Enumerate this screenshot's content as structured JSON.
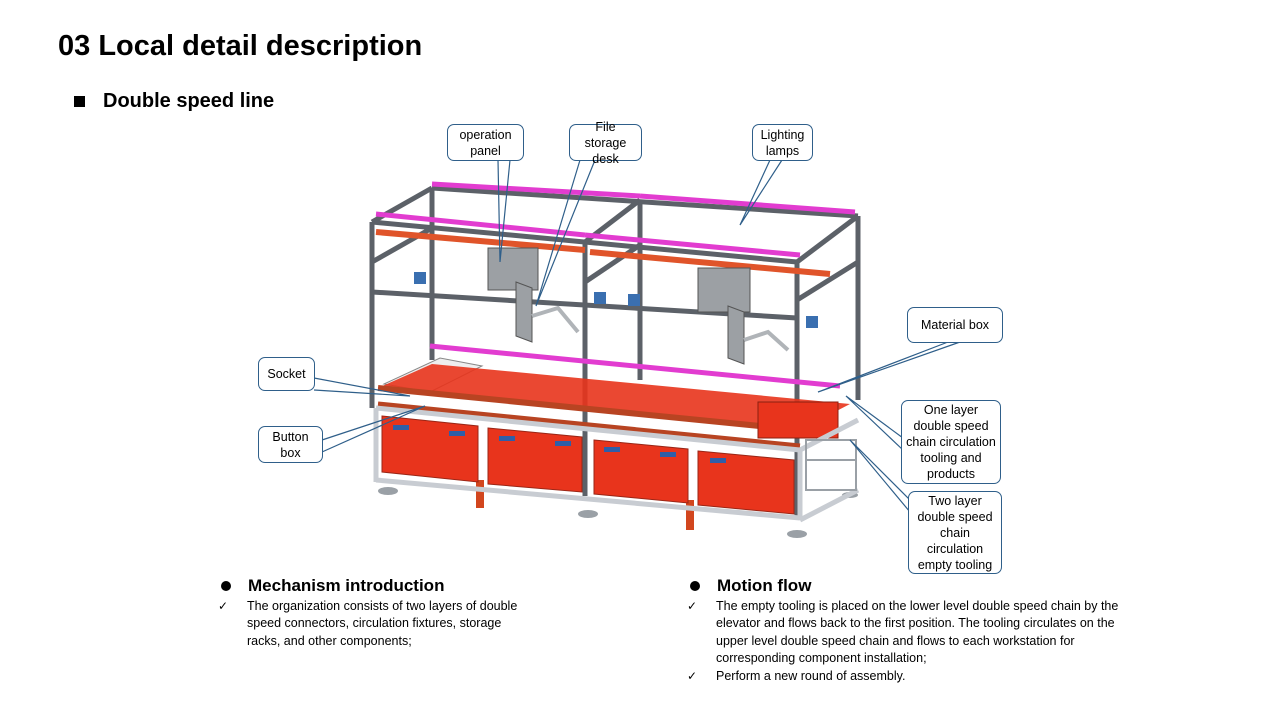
{
  "page": {
    "title": "03 Local detail description",
    "subtitle": "Double speed line"
  },
  "callouts": {
    "operation_panel": "operation panel",
    "file_storage_desk": "File storage desk",
    "lighting_lamps": "Lighting lamps",
    "material_box": "Material box",
    "socket": "Socket",
    "button_box": "Button box",
    "one_layer": "One layer double speed chain circulation tooling and products",
    "two_layer": "Two layer double speed chain circulation empty tooling"
  },
  "mechanism": {
    "heading": "Mechanism introduction",
    "items": [
      "The organization consists of two layers of double speed connectors, circulation fixtures, storage racks, and other components;"
    ]
  },
  "motion": {
    "heading": "Motion flow",
    "items": [
      "The empty tooling is placed on the lower level double speed chain by the elevator and flows back to the first position. The tooling circulates on the upper level double speed chain and flows to each workstation for corresponding component installation;",
      "Perform a new round of assembly."
    ]
  },
  "icons": {
    "bullet": "bullet-dot-icon",
    "square": "square-bullet-icon",
    "check": "check-mark-icon"
  },
  "colors": {
    "frame": "#c8ccd2",
    "panel_red": "#e8341c",
    "lamp_magenta": "#e23cd0",
    "callout_border": "#2f5f8a"
  }
}
